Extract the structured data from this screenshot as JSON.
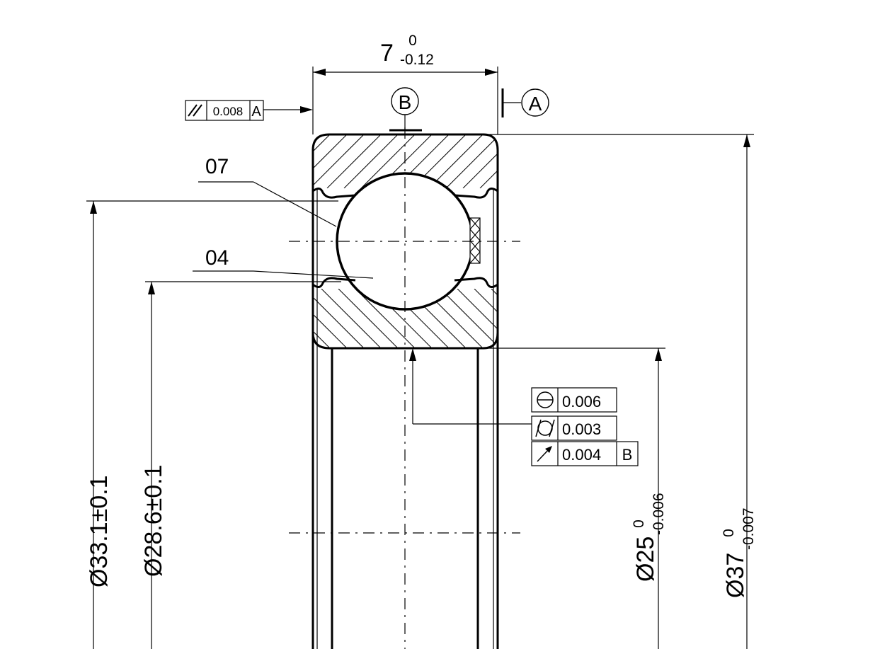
{
  "dimensions": {
    "width": {
      "nominal": "7",
      "upper": "0",
      "lower": "-0.12"
    },
    "d33": "Ø33.1±0.1",
    "d28": "Ø28.6±0.1",
    "d25": {
      "nominal": "Ø25",
      "upper": "0",
      "lower": "-0.006"
    },
    "d37": {
      "nominal": "Ø37",
      "upper": "0",
      "lower": "-0.007"
    }
  },
  "datums": {
    "a": "A",
    "b": "B"
  },
  "part_labels": {
    "outer_ring": "07",
    "ball": "04"
  },
  "tolerances": {
    "parallelism": {
      "value": "0.008",
      "datum": "A"
    },
    "roundness": {
      "value": "0.006"
    },
    "cylindricity": {
      "value": "0.003"
    },
    "runout": {
      "value": "0.004",
      "datum": "B"
    }
  }
}
